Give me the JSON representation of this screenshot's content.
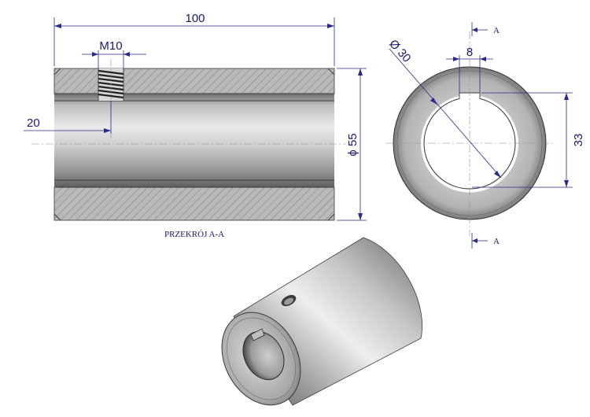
{
  "drawing": {
    "caption": "PRZEKRÓJ A-A",
    "dimensions": {
      "length": "100",
      "thread": "M10",
      "offset": "20",
      "outer_diameter": "ϕ 55",
      "bore_diameter": "Ø 30",
      "key_width": "8",
      "key_depth": "33"
    },
    "section_marker_top": "A",
    "section_marker_bottom": "A"
  }
}
